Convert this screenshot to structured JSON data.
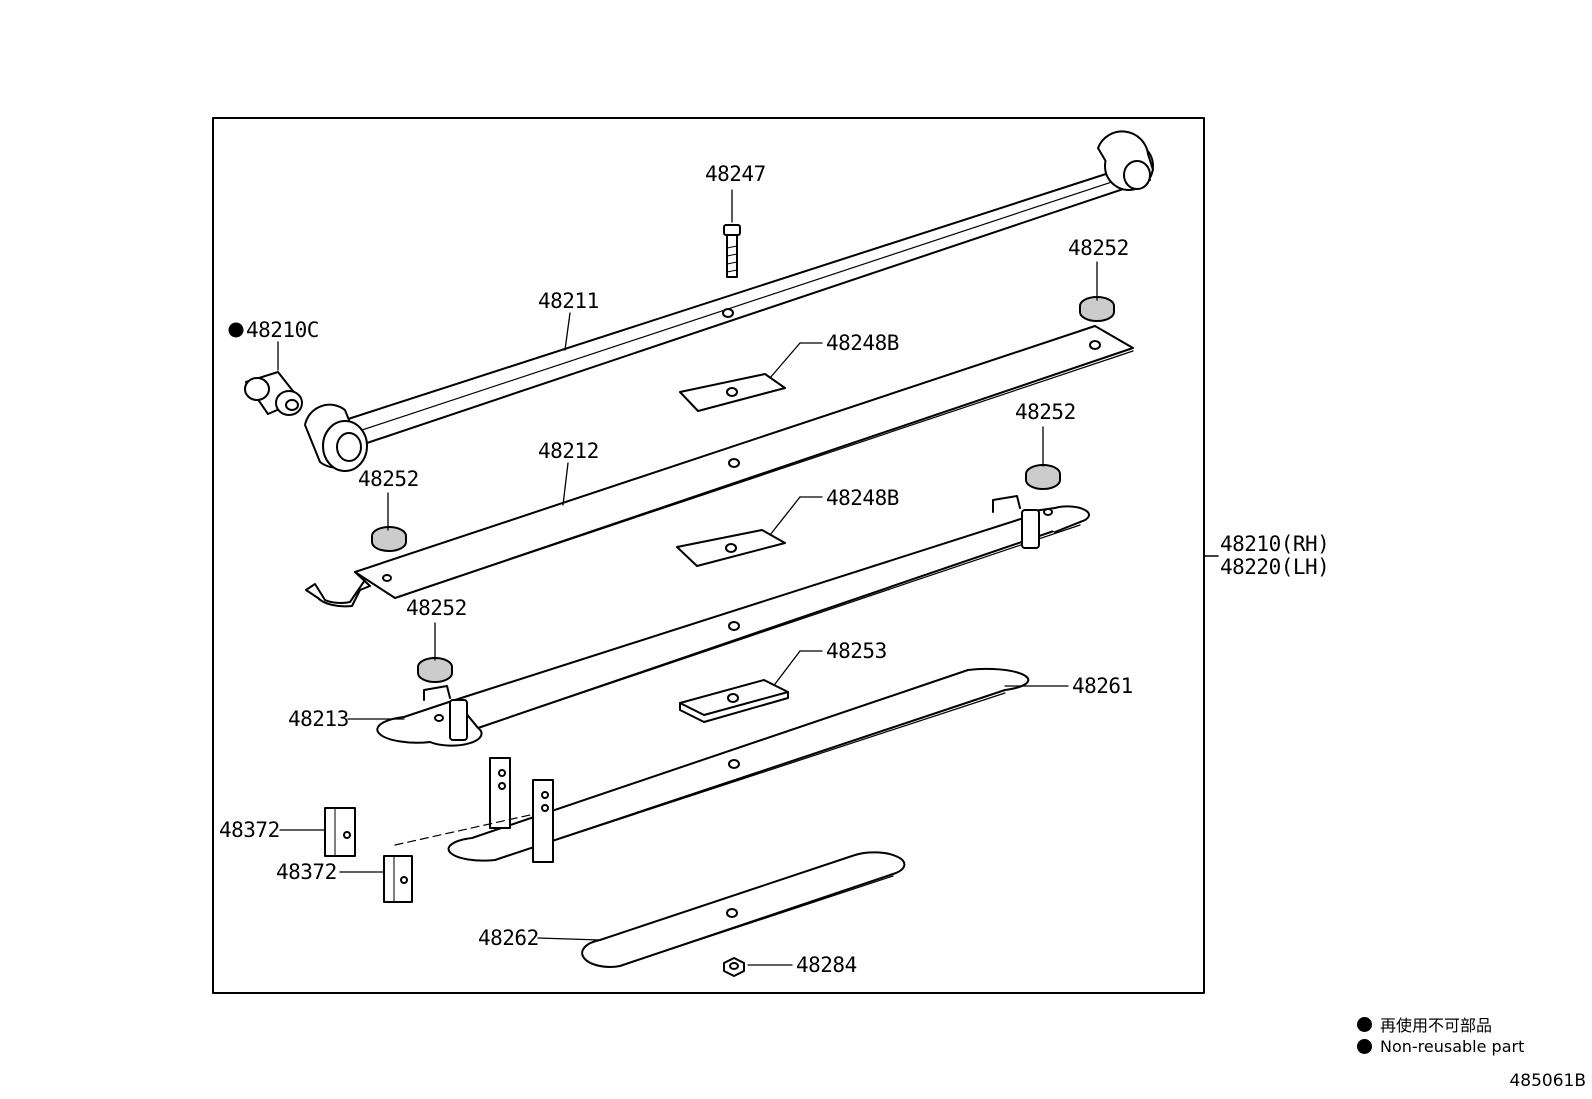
{
  "labels": {
    "p48247": "48247",
    "p48252a": "48252",
    "p48211": "48211",
    "p48210c": "48210C",
    "p48248b_a": "48248B",
    "p48252b": "48252",
    "p48212": "48212",
    "p48252c": "48252",
    "p48248b_b": "48248B",
    "p48210rh": "48210(RH)",
    "p48220lh": "48220(LH)",
    "p48252d": "48252",
    "p48253": "48253",
    "p48261": "48261",
    "p48213": "48213",
    "p48372a": "48372",
    "p48372b": "48372",
    "p48262": "48262",
    "p48284": "48284"
  },
  "legend": {
    "jp": "再使用不可部品",
    "en": "Non-reusable part"
  },
  "diagram_code": "485061B"
}
